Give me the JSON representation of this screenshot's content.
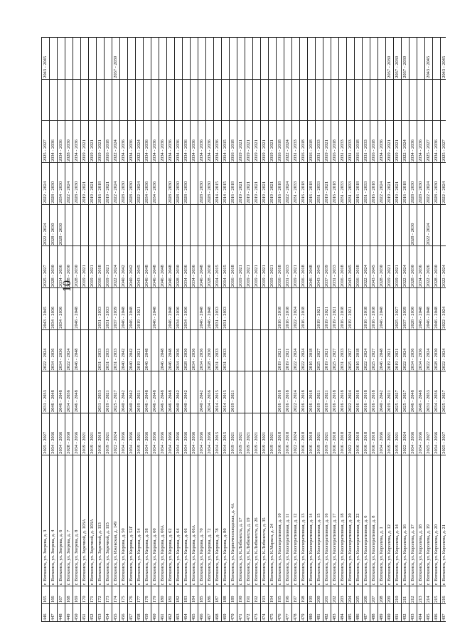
{
  "page_number": "10",
  "rows": [
    [
      "446",
      "165",
      "г. Воткинск, ул. Зверева, д. 3",
      "2025 - 2027",
      "2031 - 2033",
      "2022 - 2024",
      "2043 - 2045",
      "2025 - 2027",
      "2022 - 2024",
      "2022 - 2024",
      "2025 - 2027",
      "",
      "2043 - 2045"
    ],
    [
      "447",
      "166",
      "г. Воткинск, ул. Зверева, д. 4",
      "2034 - 2036",
      "2046 - 2048",
      "2034 - 2036",
      "2034 - 2036",
      "2028 - 2030",
      "2028 - 2030",
      "2028 - 2030",
      "2034 - 2036",
      "",
      ""
    ],
    [
      "448",
      "167",
      "г. Воткинск, ул. Зверева, д. 6",
      "2034 - 2036",
      "2046 - 2048",
      "2034 - 2036",
      "2034 - 2036",
      "2034 - 2036",
      "2028 - 2030",
      "2034 - 2030",
      "2034 - 2036",
      "",
      ""
    ],
    [
      "449",
      "168",
      "г. Воткинск, ул. Зверева, д. 7",
      "2028 - 2030",
      "2034 - 2036",
      "2022 - 2024",
      "",
      "2028 - 2030",
      "",
      "2022 - 2024",
      "2028 - 2030",
      "",
      ""
    ],
    [
      "450",
      "169",
      "г. Воткинск, ул. Зверева, д. 8",
      "2034 - 2036",
      "2046 - 2048",
      "2046 - 2048",
      "2046 - 2048",
      "2028 - 2030",
      "",
      "2028 - 2030",
      "2034 - 2036",
      "",
      ""
    ],
    [
      "451",
      "170",
      "г. Воткинск, ул. Заречной, д. 103А",
      "2019 - 2021",
      "",
      "",
      "",
      "2019 - 2021",
      "",
      "2019 - 2021",
      "2019 - 2021",
      "",
      ""
    ],
    [
      "452",
      "171",
      "г. Воткинск, ул. Заречной, д. 103А",
      "2019 - 2021",
      "",
      "",
      "",
      "2019 - 2021",
      "",
      "2019 - 2021",
      "2019 - 2021",
      "",
      ""
    ],
    [
      "453",
      "172",
      "г. Воткинск, ул. Заречной, д. 113",
      "2016 - 2018",
      "2031 - 2033",
      "2031 - 2033",
      "2031 - 2033",
      "2016 - 2018",
      "",
      "2016 - 2018",
      "2019 - 2021",
      "",
      ""
    ],
    [
      "454",
      "173",
      "г. Воткинск, ул. Заречной, д. 115",
      "2019 - 2021",
      "2019 - 2021",
      "2031 - 2033",
      "2031 - 2033",
      "2019 - 2021",
      "",
      "2019 - 2021",
      "2016 - 2018",
      "",
      ""
    ],
    [
      "455",
      "174",
      "г. Воткинск, ул. Ижевская, д. 149",
      "2022 - 2024",
      "2025 - 2027",
      "2031 - 2033",
      "2037 - 2039",
      "2022 - 2024",
      "",
      "2022 - 2024",
      "2022 - 2024",
      "",
      "2037 - 2039"
    ],
    [
      "456",
      "175",
      "г. Воткинск, ул. Кирова, д. 50",
      "2034 - 2036",
      "2040 - 2042",
      "2040 - 2042",
      "2046 - 2048",
      "2040 - 2042",
      "",
      "2028 - 2030",
      "2034 - 2036",
      "",
      ""
    ],
    [
      "457",
      "176",
      "г. Воткинск, ул. Кирова, д. 52Г",
      "2034 - 2036",
      "2040 - 2042",
      "2040 - 2042",
      "2046 - 2048",
      "2040 - 2042",
      "",
      "2028 - 2030",
      "2034 - 2036",
      "",
      ""
    ],
    [
      "458",
      "177",
      "г. Воткинск, ул. Кирова, д. 54",
      "2019 - 2021",
      "2019 - 2021",
      "2019 - 2021",
      "2019 - 2021",
      "2043 - 2045",
      "",
      "2022 - 2024",
      "2022 - 2024",
      "",
      ""
    ],
    [
      "459",
      "178",
      "г. Воткинск, ул. Кирова, д. 58",
      "2034 - 2036",
      "2046 - 2048",
      "2046 - 2048",
      "",
      "2046 - 2048",
      "",
      "2034 - 2036",
      "2034 - 2036",
      "",
      ""
    ],
    [
      "460",
      "179",
      "г. Воткинск, ул. Кирова, д. 60",
      "2034 - 2036",
      "2046 - 2048",
      "",
      "2046 - 2048",
      "2046 - 2048",
      "",
      "2034 - 2036",
      "2034 - 2036",
      "",
      ""
    ],
    [
      "461",
      "180",
      "г. Воткинск, ул. Кирова, д. 60А",
      "2034 - 2036",
      "2046 - 2048",
      "2046 - 2048",
      "",
      "2046 - 2048",
      "",
      "",
      "2034 - 2036",
      "",
      ""
    ],
    [
      "462",
      "181",
      "г. Воткинск, ул. Кирова, д. 62",
      "2034 - 2036",
      "2046 - 2048",
      "2046 - 2048",
      "2046 - 2048",
      "2046 - 2048",
      "",
      "2028 - 2030",
      "2034 - 2036",
      "",
      ""
    ],
    [
      "463",
      "182",
      "г. Воткинск, ул. Кирова, д. 64",
      "2034 - 2036",
      "2040 - 2042",
      "2034 - 2036",
      "2034 - 2036",
      "2028 - 2030",
      "",
      "2028 - 2030",
      "2034 - 2036",
      "",
      ""
    ],
    [
      "464",
      "183",
      "г. Воткинск, ул. Кирова, д. 66",
      "2034 - 2036",
      "2040 - 2042",
      "2028 - 2030",
      "2034 - 2036",
      "2034 - 2036",
      "",
      "2028 - 2030",
      "2034 - 2036",
      "",
      ""
    ],
    [
      "465",
      "184",
      "г. Воткинск, ул. Кирова, д. 66А",
      "2034 - 2036",
      "",
      "2034 - 2036",
      "",
      "2034 - 2036",
      "",
      "",
      "2034 - 2036",
      "",
      ""
    ],
    [
      "466",
      "185",
      "г. Воткинск, ул. Кирова, д. 70",
      "2034 - 2036",
      "2040 - 2042",
      "2034 - 2036",
      "2046 - 2048",
      "2046 - 2048",
      "",
      "2028 - 2030",
      "2034 - 2036",
      "",
      ""
    ],
    [
      "467",
      "186",
      "г. Воткинск, ул. Кирова, д. 72",
      "2034 - 2036",
      "2034 - 2036",
      "2028 - 2030",
      "2046 - 2048",
      "2028 - 2030",
      "",
      "2028 - 2030",
      "2034 - 2036",
      "",
      ""
    ],
    [
      "468",
      "187",
      "г. Воткинск, ул. Кирова, д. 78",
      "2014 - 2015",
      "2014 - 2015",
      "2031 - 2033",
      "2031 - 2033",
      "2014 - 2015",
      "",
      "2014 - 2015",
      "2034 - 2036",
      "",
      ""
    ],
    [
      "469",
      "188",
      "г. Воткинск, ул. Кирова, д. 80",
      "2014 - 2015",
      "2014 - 2015",
      "2031 - 2033",
      "2031 - 2033",
      "2014 - 2015",
      "",
      "2014 - 2015",
      "2014 - 2015",
      "",
      ""
    ],
    [
      "470",
      "189",
      "г. Воткинск, ул. Кирпичнозаводская, д. 4А",
      "2019 - 2021",
      "2019 - 2021",
      "",
      "",
      "2016 - 2018",
      "",
      "2016 - 2018",
      "2016 - 2018",
      "",
      ""
    ],
    [
      "471",
      "190",
      "г. Воткинск, ул. К.Либкнехта, д. 17",
      "2019 - 2021",
      "",
      "",
      "",
      "2019 - 2021",
      "",
      "2019 - 2021",
      "2019 - 2021",
      "",
      ""
    ],
    [
      "472",
      "191",
      "г. Воткинск, ул. К.Либкнехта, д. 19",
      "2019 - 2021",
      "",
      "",
      "",
      "2019 - 2021",
      "",
      "2019 - 2021",
      "2019 - 2021",
      "",
      ""
    ],
    [
      "473",
      "192",
      "г. Воткинск, ул. К.Либкнехта, д. 26",
      "2019 - 2021",
      "",
      "",
      "",
      "2019 - 2021",
      "",
      "2019 - 2021",
      "2019 - 2021",
      "",
      ""
    ],
    [
      "474",
      "193",
      "г. Воткинск, ул. К.Либкнехта, д. 35",
      "2019 - 2021",
      "",
      "",
      "",
      "2019 - 2021",
      "",
      "2019 - 2021",
      "2019 - 2021",
      "",
      ""
    ],
    [
      "475",
      "194",
      "г. Воткинск, ул. К.Маркса, д. 24",
      "2019 - 2021",
      "",
      "",
      "",
      "2019 - 2021",
      "",
      "2019 - 2021",
      "2019 - 2021",
      "",
      ""
    ],
    [
      "476",
      "195",
      "г. Воткинск, ул. Кооперативная, д. 10",
      "2016 - 2018",
      "2016 - 2018",
      "2019 - 2021",
      "2016 - 2018",
      "2016 - 2018",
      "",
      "2016 - 2018",
      "2016 - 2018",
      "",
      ""
    ],
    [
      "477",
      "196",
      "г. Воткинск, ул. Кооперативная, д. 11",
      "2016 - 2018",
      "2016 - 2018",
      "2019 - 2021",
      "2016 - 2018",
      "2031 - 2033",
      "",
      "2022 - 2024",
      "2022 - 2024",
      "",
      ""
    ],
    [
      "478",
      "197",
      "г. Воткинск, ул. Кооперативная, д. 12",
      "2022 - 2024",
      "2022 - 2024",
      "2022 - 2024",
      "2022 - 2024",
      "2019 - 2021",
      "",
      "2031 - 2033",
      "2031 - 2033",
      "",
      ""
    ],
    [
      "479",
      "198",
      "г. Воткинск, ул. Кооперативная, д. 13",
      "2016 - 2018",
      "2016 - 2018",
      "2022 - 2024",
      "2016 - 2018",
      "2016 - 2018",
      "",
      "2016 - 2018",
      "2016 - 2018",
      "",
      ""
    ],
    [
      "480",
      "199",
      "г. Воткинск, ул. Кооперативная, д. 14",
      "2016 - 2018",
      "2016 - 2018",
      "2016 - 2018",
      "",
      "2046 - 2048",
      "",
      "2016 - 2018",
      "2016 - 2018",
      "",
      ""
    ],
    [
      "481",
      "200",
      "г. Воткинск, ул. Кооперативная, д. 15",
      "2019 - 2021",
      "2019 - 2021",
      "2025 - 2027",
      "2019 - 2021",
      "2043 - 2045",
      "",
      "2031 - 2033",
      "2031 - 2033",
      "",
      ""
    ],
    [
      "482",
      "201",
      "г. Воткинск, ул. Кооперативная, д. 16",
      "2019 - 2021",
      "2019 - 2021",
      "2019 - 2021",
      "2019 - 2021",
      "2037 - 2039",
      "",
      "2019 - 2021",
      "2019 - 2021",
      "",
      ""
    ],
    [
      "483",
      "202",
      "г. Воткинск, ул. Кооперативная, д. 17",
      "2016 - 2018",
      "2016 - 2018",
      "2025 - 2027",
      "2019 - 2021",
      "2031 - 2033",
      "",
      "2016 - 2018",
      "2016 - 2018",
      "",
      ""
    ],
    [
      "484",
      "203",
      "г. Воткинск, ул. Кооперативная, д. 18",
      "2016 - 2018",
      "2016 - 2018",
      "2031 - 2033",
      "2016 - 2018",
      "2016 - 2018",
      "",
      "2031 - 2033",
      "2031 - 2033",
      "",
      ""
    ],
    [
      "485",
      "204",
      "г. Воткинск, ул. Кооперативная, д. 20",
      "2022 - 2024",
      "2022 - 2024",
      "2025 - 2027",
      "2019 - 2021",
      "2043 - 2045",
      "",
      "2031 - 2033",
      "2031 - 2033",
      "",
      ""
    ],
    [
      "486",
      "205",
      "г. Воткинск, ул. Кооперативная, д. 22",
      "2016 - 2018",
      "2016 - 2018",
      "2016 - 2018",
      "",
      "2016 - 2018",
      "",
      "2016 - 2018",
      "2016 - 2018",
      "",
      ""
    ],
    [
      "487",
      "206",
      "г. Воткинск, ул. Кооперативная, д. 6",
      "2016 - 2018",
      "2016 - 2018",
      "2022 - 2024",
      "2016 - 2018",
      "2022 - 2024",
      "",
      "2031 - 2033",
      "2031 - 2033",
      "",
      ""
    ],
    [
      "488",
      "207",
      "г. Воткинск, ул. Кооперативная, д. 8",
      "2016 - 2018",
      "2016 - 2018",
      "2025 - 2027",
      "2016 - 2018",
      "2043 - 2045",
      "",
      "2016 - 2018",
      "2016 - 2018",
      "",
      ""
    ],
    [
      "489",
      "208",
      "г. Воткинск, ул. Королева, д. 1",
      "2034 - 2036",
      "2040 - 2042",
      "2046 - 2048",
      "2046 - 2048",
      "2028 - 2030",
      "",
      "2022 - 2024",
      "2034 - 2036",
      "",
      ""
    ],
    [
      "490",
      "209",
      "г. Воткинск, ул. Королева, д. 12",
      "2019 - 2021",
      "2019 - 2021",
      "2019 - 2021",
      "",
      "2019 - 2021",
      "",
      "2019 - 2021",
      "2019 - 2021",
      "",
      "2037 - 2039"
    ],
    [
      "491",
      "210",
      "г. Воткинск, ул. Королева, д. 14",
      "2019 - 2021",
      "2025 - 2027",
      "2019 - 2021",
      "2025 - 2027",
      "2019 - 2021",
      "",
      "2019 - 2021",
      "2019 - 2021",
      "",
      "2037 - 2039"
    ],
    [
      "492",
      "211",
      "г. Воткинск, ул. Королева, д. 16",
      "2022 - 2024",
      "2025 - 2027",
      "2022 - 2024",
      "2037 - 2039",
      "2022 - 2024",
      "",
      "2016 - 2018",
      "2022 - 2024",
      "",
      "2037 - 2039"
    ],
    [
      "493",
      "212",
      "г. Воткинск, ул. Королева, д. 17",
      "2034 - 2036",
      "2046 - 2048",
      "2034 - 2036",
      "2028 - 2030",
      "2028 - 2030",
      "2028 - 2030",
      "2028 - 2030",
      "2034 - 2036",
      "",
      ""
    ],
    [
      "494",
      "213",
      "г. Воткинск, ул. Королева, д. 18",
      "2034 - 2036",
      "2046 - 2048",
      "2034 - 2036",
      "2046 - 2048",
      "2034 - 2036",
      "",
      "2028 - 2030",
      "2034 - 2036",
      "",
      ""
    ],
    [
      "495",
      "214",
      "г. Воткинск, ул. Королева, д. 19",
      "2025 - 2027",
      "2031 - 2033",
      "2022 - 2024",
      "2046 - 2048",
      "2022 - 2026",
      "2022 - 2024",
      "2022 - 2024",
      "2025 - 2027",
      "",
      "2043 - 2045"
    ],
    [
      "496",
      "215",
      "г. Воткинск, ул. Королева, д. 20",
      "2034 - 2036",
      "2034 - 2036",
      "2028 - 2030",
      "2046 - 2048",
      "2028 - 2030",
      "",
      "2028 - 2030",
      "2034 - 2036",
      "",
      ""
    ],
    [
      "497",
      "216",
      "г. Воткинск, ул. Королева, д. 21",
      "2025 - 2027",
      "2025 - 2027",
      "2022 - 2024",
      "2022 - 2024",
      "2022 - 2024",
      "",
      "2022 - 2024",
      "2025 - 2027",
      "",
      "2043 - 2045"
    ]
  ]
}
